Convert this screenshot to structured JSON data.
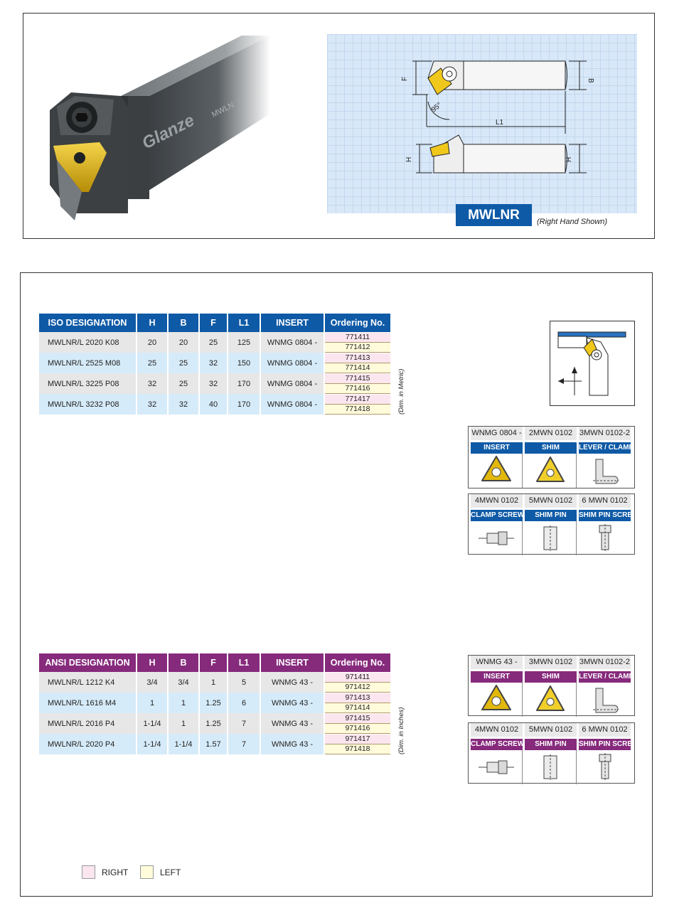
{
  "product": {
    "brand_logo": "Glanze",
    "shank_marking": "MWLN",
    "model": "MWLNR",
    "hand_note": "(Right Hand Shown)",
    "dimension_labels": {
      "F": "F",
      "B": "B",
      "H": "H",
      "L1": "L1",
      "angle": "95°"
    }
  },
  "iso_table": {
    "headers": [
      "ISO DESIGNATION",
      "H",
      "B",
      "F",
      "L1",
      "INSERT",
      "Ordering No."
    ],
    "rows": [
      {
        "designation": "MWLNR/L 2020 K08",
        "H": "20",
        "B": "20",
        "F": "25",
        "L1": "125",
        "insert": "WNMG 0804 -",
        "order_right": "771411",
        "order_left": "771412"
      },
      {
        "designation": "MWLNR/L 2525 M08",
        "H": "25",
        "B": "25",
        "F": "32",
        "L1": "150",
        "insert": "WNMG 0804 -",
        "order_right": "771413",
        "order_left": "771414"
      },
      {
        "designation": "MWLNR/L 3225 P08",
        "H": "32",
        "B": "25",
        "F": "32",
        "L1": "170",
        "insert": "WNMG 0804 -",
        "order_right": "771415",
        "order_left": "771416"
      },
      {
        "designation": "MWLNR/L 3232 P08",
        "H": "32",
        "B": "32",
        "F": "40",
        "L1": "170",
        "insert": "WNMG 0804 -",
        "order_right": "771417",
        "order_left": "771418"
      }
    ],
    "dim_note": "(Dim. in Metric)"
  },
  "ansi_table": {
    "headers": [
      "ANSI DESIGNATION",
      "H",
      "B",
      "F",
      "L1",
      "INSERT",
      "Ordering No."
    ],
    "rows": [
      {
        "designation": "MWLNR/L 1212 K4",
        "H": "3/4",
        "B": "3/4",
        "F": "1",
        "L1": "5",
        "insert": "WNMG 43 -",
        "order_right": "971411",
        "order_left": "971412"
      },
      {
        "designation": "MWLNR/L 1616 M4",
        "H": "1",
        "B": "1",
        "F": "1.25",
        "L1": "6",
        "insert": "WNMG 43 -",
        "order_right": "971413",
        "order_left": "971414"
      },
      {
        "designation": "MWLNR/L 2016 P4",
        "H": "1-1/4",
        "B": "1",
        "F": "1.25",
        "L1": "7",
        "insert": "WNMG 43 -",
        "order_right": "971415",
        "order_left": "971416"
      },
      {
        "designation": "MWLNR/L 2020 P4",
        "H": "1-1/4",
        "B": "1-1/4",
        "F": "1.57",
        "L1": "7",
        "insert": "WNMG 43 -",
        "order_right": "971417",
        "order_left": "971418"
      }
    ],
    "dim_note": "(Dim. in Inches)"
  },
  "iso_parts": {
    "top": [
      {
        "code": "WNMG 0804 -",
        "label": "INSERT",
        "icon": "trigon-insert-icon"
      },
      {
        "code": "2MWN 0102",
        "label": "SHIM",
        "icon": "shim-icon"
      },
      {
        "code": "3MWN 0102-2",
        "label": "LEVER / CLAMP",
        "icon": "lever-clamp-icon"
      }
    ],
    "bottom": [
      {
        "code": "4MWN 0102",
        "label": "CLAMP SCREW",
        "icon": "clamp-screw-icon"
      },
      {
        "code": "5MWN 0102",
        "label": "SHIM PIN",
        "icon": "shim-pin-icon"
      },
      {
        "code": "6 MWN 0102",
        "label": "SHIM PIN SCREW",
        "icon": "shim-pin-screw-icon"
      }
    ]
  },
  "ansi_parts": {
    "top": [
      {
        "code": "WNMG 43 -",
        "label": "INSERT",
        "icon": "trigon-insert-icon"
      },
      {
        "code": "3MWN 0102",
        "label": "SHIM",
        "icon": "shim-icon"
      },
      {
        "code": "3MWN 0102-2",
        "label": "LEVER / CLAMP",
        "icon": "lever-clamp-icon"
      }
    ],
    "bottom": [
      {
        "code": "4MWN 0102",
        "label": "CLAMP SCREW",
        "icon": "clamp-screw-icon"
      },
      {
        "code": "5MWN 0102",
        "label": "SHIM PIN",
        "icon": "shim-pin-icon"
      },
      {
        "code": "6 MWN 0102",
        "label": "SHIM PIN SCREW",
        "icon": "shim-pin-screw-icon"
      }
    ]
  },
  "legend": {
    "right": "RIGHT",
    "left": "LEFT"
  },
  "colors": {
    "iso_header": "#0e5aa6",
    "ansi_header": "#862a7c",
    "right_swatch": "#fbe5ef",
    "left_swatch": "#fffbdb",
    "insert_gold": "#e2b80c"
  }
}
